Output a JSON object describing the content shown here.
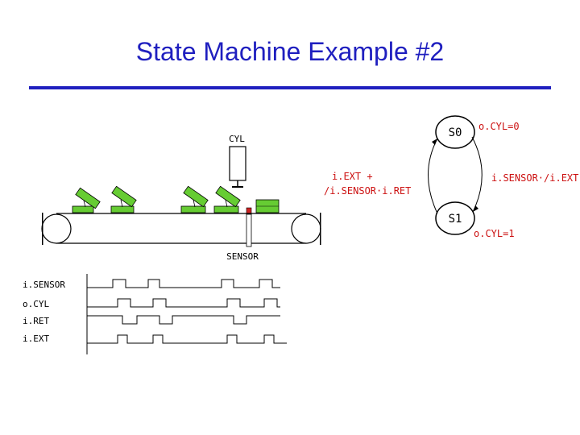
{
  "slide": {
    "title": "State Machine Example #2"
  },
  "machine": {
    "cylinder_label": "CYL",
    "sensor_label": "SENSOR"
  },
  "state_diagram": {
    "states": [
      "S0",
      "S1"
    ],
    "outputs": {
      "s0": "o.CYL=0",
      "s1": "o.CYL=1"
    },
    "transitions": {
      "s0_to_s1": "i.SENSOR·/i.EXT",
      "s1_to_s0_line1": "i.EXT +",
      "s1_to_s0_line2": "/i.SENSOR·i.RET"
    }
  },
  "timing": {
    "signals": [
      "i.SENSOR",
      "o.CYL",
      "i.RET",
      "i.EXT"
    ]
  },
  "colors": {
    "title": "#1f1fbf",
    "pusher": "#66cc33",
    "outline": "#000000"
  }
}
